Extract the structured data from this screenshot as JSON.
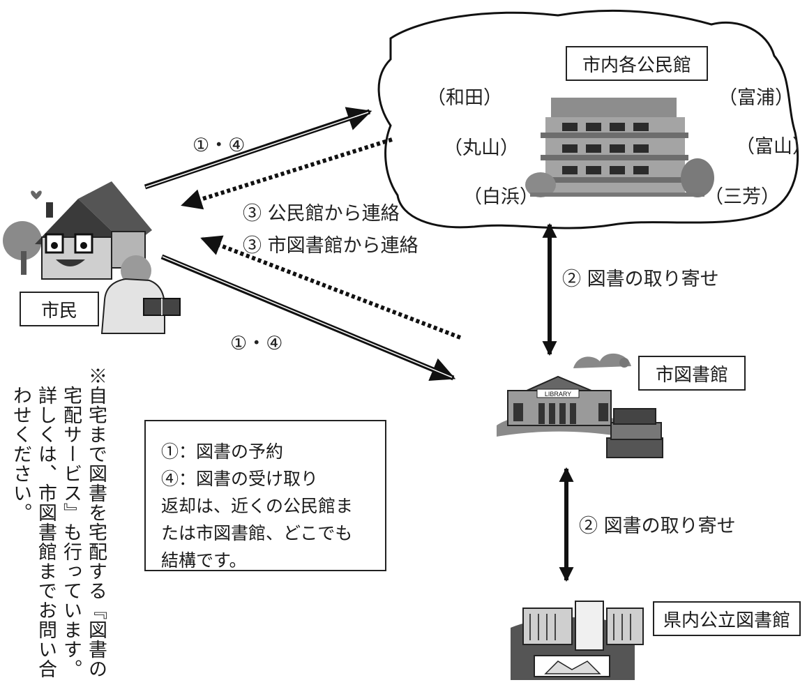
{
  "labels": {
    "community_halls_title": "市内各公民館",
    "hall_wada": "（和田）",
    "hall_maruyama": "（丸山）",
    "hall_shirahama": "（白浜）",
    "hall_tomiura": "（富浦）",
    "hall_tomiyama": "（富山）",
    "hall_miyoshi": "（三芳）",
    "citizen": "市民",
    "city_library": "市図書館",
    "prefectural_library": "県内公立図書館",
    "arrow_step_1_4_top": "①・④",
    "arrow_step_1_4_bottom": "①・④",
    "contact_from_hall": "③ 公民館から連絡",
    "contact_from_library": "③ 市図書館から連絡",
    "transfer_upper": "② 図書の取り寄せ",
    "transfer_lower": "② 図書の取り寄せ",
    "library_sign": "LIBRARY"
  },
  "legend": {
    "line1": "①：図書の予約",
    "line2": "④：図書の受け取り",
    "line3": "返却は、近くの公民館ま",
    "line4": "たは市図書館、どこでも",
    "line5": "結構です。"
  },
  "note": {
    "col1": "※自宅まで図書を宅配する『図書の",
    "col2": "宅配サービス』も行っています。",
    "col3": "詳しくは、市図書館までお問い合",
    "col4": "わせください。"
  }
}
